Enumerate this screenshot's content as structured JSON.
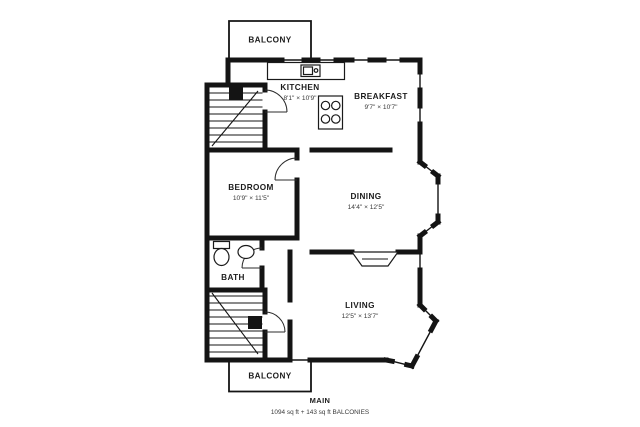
{
  "colors": {
    "wall": "#141414",
    "background": "#ffffff"
  },
  "rooms": {
    "balcony_top": {
      "label": "BALCONY"
    },
    "kitchen": {
      "label": "KITCHEN",
      "dims": "8'1\" × 10'9\""
    },
    "breakfast": {
      "label": "BREAKFAST",
      "dims": "9'7\" × 10'7\""
    },
    "bedroom": {
      "label": "BEDROOM",
      "dims": "10'9\" × 11'5\""
    },
    "dining": {
      "label": "DINING",
      "dims": "14'4\" × 12'5\""
    },
    "bath": {
      "label": "BATH"
    },
    "living": {
      "label": "LIVING",
      "dims": "12'5\" × 13'7\""
    },
    "balcony_bottom": {
      "label": "BALCONY"
    }
  },
  "footer": {
    "level": "MAIN",
    "area": "1094 sq ft + 143 sq ft BALCONIES"
  }
}
